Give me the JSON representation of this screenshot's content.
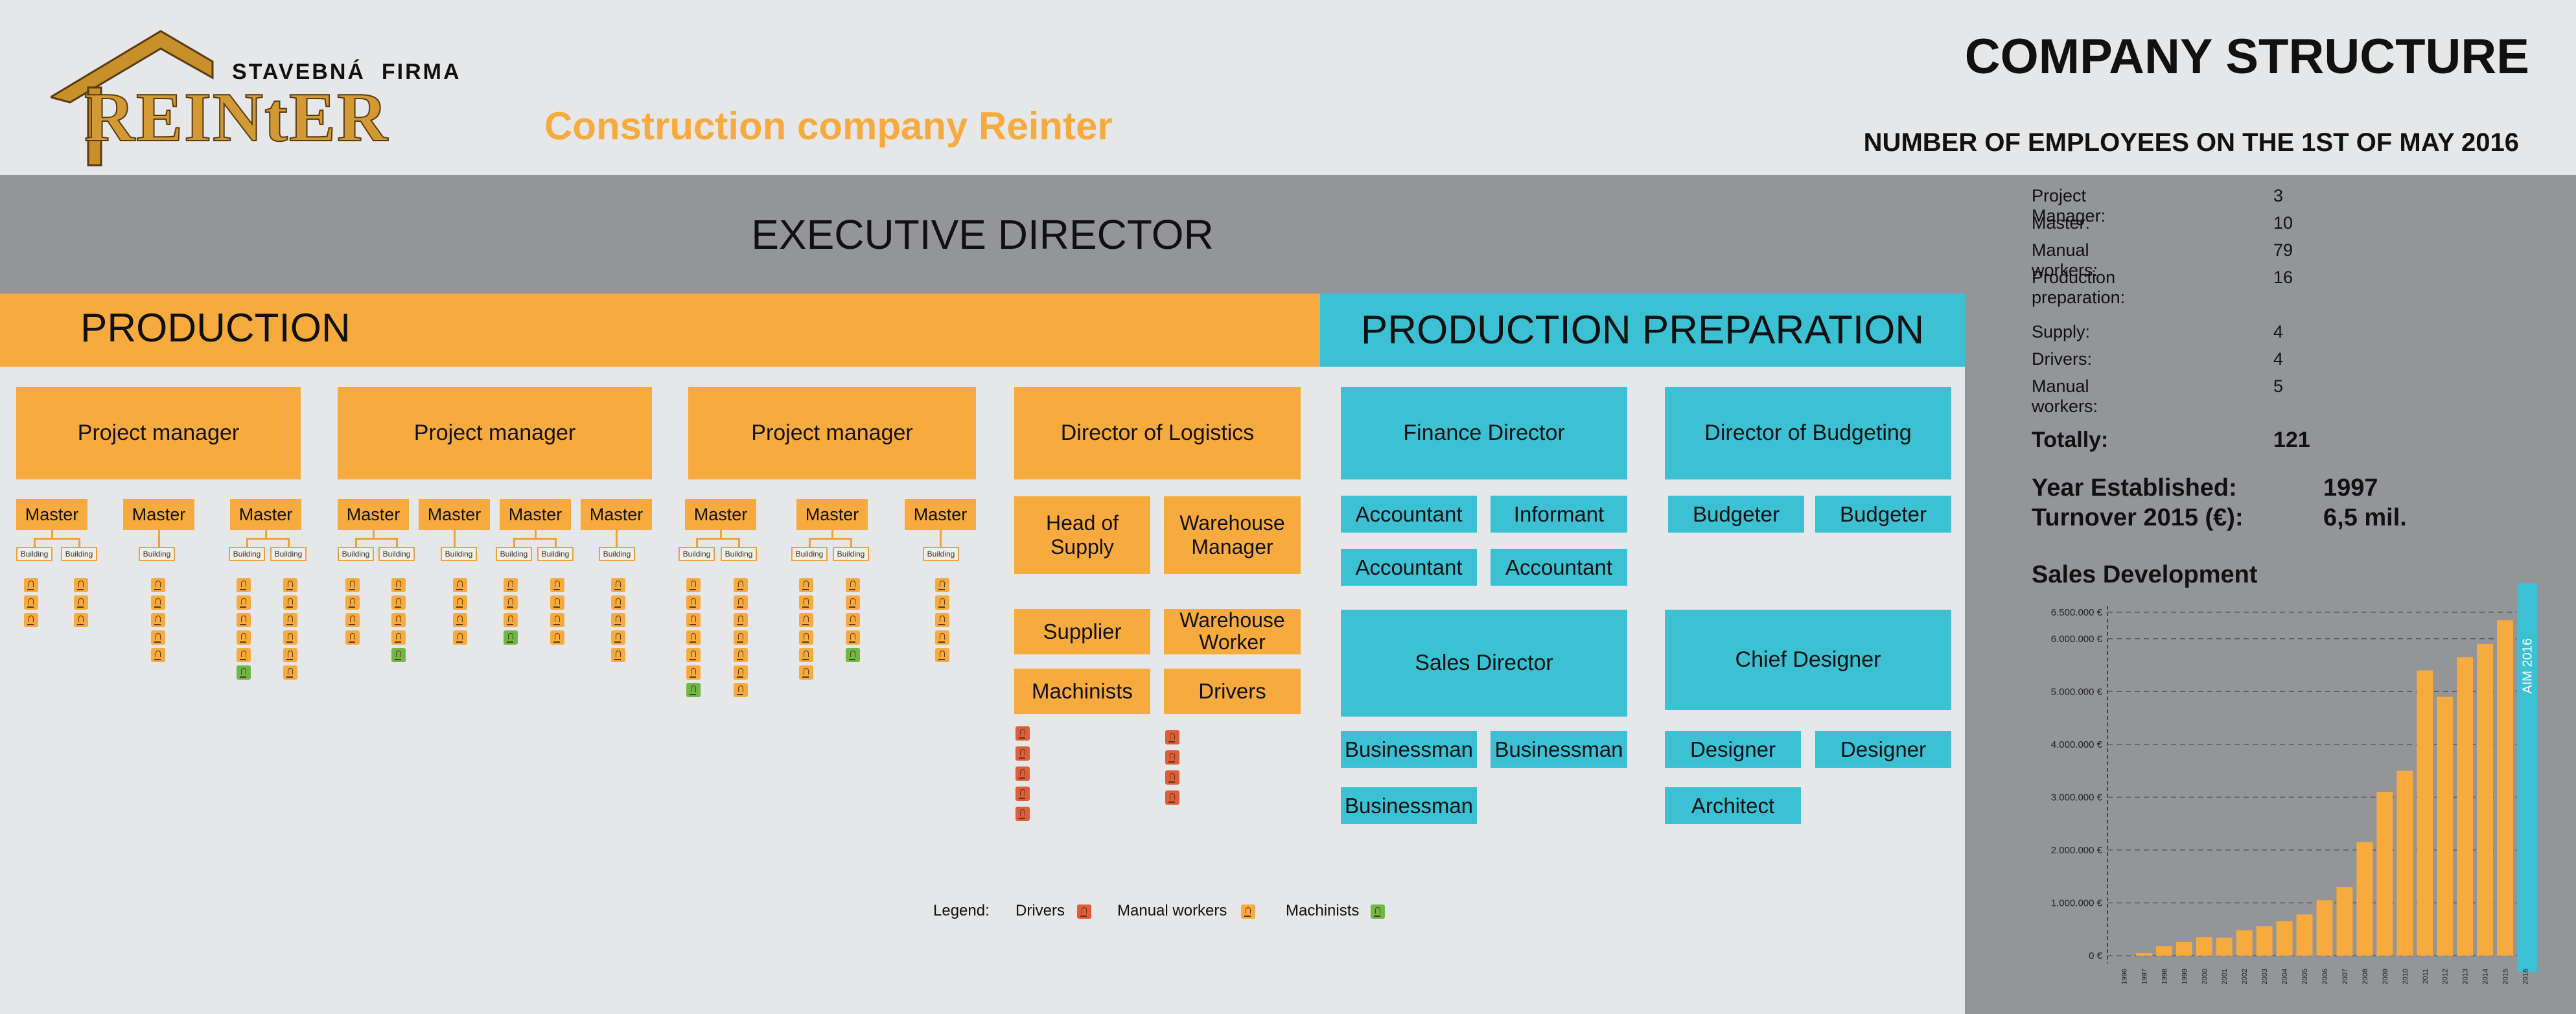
{
  "header": {
    "logo_text": "REINtER",
    "logo_tagline": "STAVEBNÁ  FIRMA",
    "company_name": "Construction company Reinter",
    "page_title": "COMPANY STRUCTURE",
    "employees_heading": "NUMBER OF EMPLOYEES ON THE 1ST OF MAY 2016"
  },
  "colors": {
    "production": "#f7ab3f",
    "preparation": "#3bc1d3",
    "executive": "#939598",
    "drivers": "#e05c3a",
    "manual_workers": "#f7ab3f",
    "machinists": "#6fb845"
  },
  "executive": {
    "label": "EXECUTIVE DIRECTOR"
  },
  "production": {
    "label": "PRODUCTION",
    "groups": [
      {
        "title": "Project manager",
        "masters": [
          {
            "label": "Master",
            "buildings": [
              {
                "label": "Building",
                "workers": [
                  "m",
                  "m",
                  "m"
                ]
              },
              {
                "label": "Building",
                "workers": [
                  "m",
                  "m",
                  "m"
                ]
              }
            ]
          },
          {
            "label": "Master",
            "buildings": [
              {
                "label": "Building",
                "workers": [
                  "m",
                  "m",
                  "m",
                  "m",
                  "m"
                ]
              }
            ]
          },
          {
            "label": "Master",
            "buildings": [
              {
                "label": "Building",
                "workers": [
                  "m",
                  "m",
                  "m",
                  "m",
                  "m",
                  "c"
                ]
              },
              {
                "label": "Building",
                "workers": [
                  "m",
                  "m",
                  "m",
                  "m",
                  "m",
                  "m"
                ]
              }
            ]
          }
        ]
      },
      {
        "title": "Project manager",
        "masters": [
          {
            "label": "Master",
            "buildings": [
              {
                "label": "Building",
                "workers": [
                  "m",
                  "m",
                  "m",
                  "m"
                ]
              },
              {
                "label": "Building",
                "workers": [
                  "m",
                  "m",
                  "m",
                  "m",
                  "c"
                ]
              }
            ]
          },
          {
            "label": "Master",
            "buildings": [
              {
                "label": "Building",
                "workers": [
                  "m",
                  "m",
                  "m",
                  "m"
                ]
              }
            ]
          },
          {
            "label": "Master",
            "buildings": [
              {
                "label": "Building",
                "workers": [
                  "m",
                  "m",
                  "m",
                  "c"
                ]
              },
              {
                "label": "Building",
                "workers": [
                  "m",
                  "m",
                  "m",
                  "m"
                ]
              }
            ]
          },
          {
            "label": "Master",
            "buildings": [
              {
                "label": "Building",
                "workers": [
                  "m",
                  "m",
                  "m",
                  "m",
                  "m"
                ]
              }
            ]
          }
        ]
      },
      {
        "title": "Project manager",
        "masters": [
          {
            "label": "Master",
            "buildings": [
              {
                "label": "Building",
                "workers": [
                  "m",
                  "m",
                  "m",
                  "m",
                  "m",
                  "m",
                  "c"
                ]
              },
              {
                "label": "Building",
                "workers": [
                  "m",
                  "m",
                  "m",
                  "m",
                  "m",
                  "m",
                  "m"
                ]
              }
            ]
          },
          {
            "label": "Master",
            "buildings": [
              {
                "label": "Building",
                "workers": [
                  "m",
                  "m",
                  "m",
                  "m",
                  "m",
                  "m"
                ]
              },
              {
                "label": "Building",
                "workers": [
                  "m",
                  "m",
                  "m",
                  "m",
                  "c"
                ]
              }
            ]
          },
          {
            "label": "Master",
            "buildings": [
              {
                "label": "Building",
                "workers": [
                  "m",
                  "m",
                  "m",
                  "m",
                  "m"
                ]
              }
            ]
          }
        ]
      }
    ],
    "logistics": {
      "director": "Director of Logistics",
      "head_of_supply": "Head of Supply",
      "warehouse_manager": "Warehouse Manager",
      "supplier": "Supplier",
      "warehouse_worker": "Warehouse Worker",
      "machinists": "Machinists",
      "drivers": "Drivers",
      "machinists_workers": [
        "d",
        "d",
        "d",
        "d",
        "d"
      ],
      "drivers_workers": [
        "d",
        "d",
        "d",
        "d"
      ]
    }
  },
  "preparation": {
    "label": "PRODUCTION PREPARATION",
    "finance_director": "Finance Director",
    "accountant_1": "Accountant",
    "informant": "Informant",
    "accountant_2": "Accountant",
    "accountant_3": "Accountant",
    "director_budgeting": "Director of Budgeting",
    "budgeter_1": "Budgeter",
    "budgeter_2": "Budgeter",
    "sales_director": "Sales Director",
    "businessman_1": "Businessman",
    "businessman_2": "Businessman",
    "businessman_3": "Businessman",
    "chief_designer": "Chief Designer",
    "designer_1": "Designer",
    "designer_2": "Designer",
    "architect": "Architect"
  },
  "legend": {
    "title": "Legend:",
    "drivers": "Drivers",
    "manual_workers": "Manual workers",
    "machinists": "Machinists"
  },
  "stats": {
    "rows": [
      {
        "label": "Project Manager:",
        "value": "3"
      },
      {
        "label": "Master:",
        "value": "10"
      },
      {
        "label": "Manual workers:",
        "value": "79"
      },
      {
        "label": "Production preparation:",
        "value": "16"
      },
      {
        "label": "Supply:",
        "value": "4"
      },
      {
        "label": "Drivers:",
        "value": "4"
      },
      {
        "label": "Manual workers:",
        "value": "5"
      }
    ],
    "total_label": "Totally:",
    "total_value": "121",
    "year_label": "Year Established:",
    "year_value": "1997",
    "turnover_label": "Turnover 2015 (€):",
    "turnover_value": "6,5 mil."
  },
  "chart_data": {
    "type": "bar",
    "title": "Sales Development",
    "categories": [
      "1996",
      "1997",
      "1998",
      "1999",
      "2000",
      "2001",
      "2002",
      "2003",
      "2004",
      "2005",
      "2006",
      "2007",
      "2008",
      "2009",
      "2010",
      "2011",
      "2012",
      "2013",
      "2014",
      "2015",
      "2016"
    ],
    "values": [
      0,
      50000,
      180000,
      260000,
      350000,
      340000,
      480000,
      560000,
      650000,
      780000,
      1050000,
      1300000,
      2150000,
      3100000,
      3500000,
      5400000,
      4900000,
      5650000,
      5900000,
      6350000,
      6500000
    ],
    "highlight": {
      "category": "2016",
      "label": "AIM 2016"
    },
    "y_ticks": [
      "0 €",
      "1.000.000 €",
      "2.000.000 €",
      "3.000.000 €",
      "4.000.000 €",
      "5.000.000 €",
      "6.000.000 €",
      "6.500.000 €"
    ],
    "y_tick_values": [
      0,
      1000000,
      2000000,
      3000000,
      4000000,
      5000000,
      6000000,
      6500000
    ],
    "ylim": [
      0,
      6500000
    ],
    "grid": true
  }
}
